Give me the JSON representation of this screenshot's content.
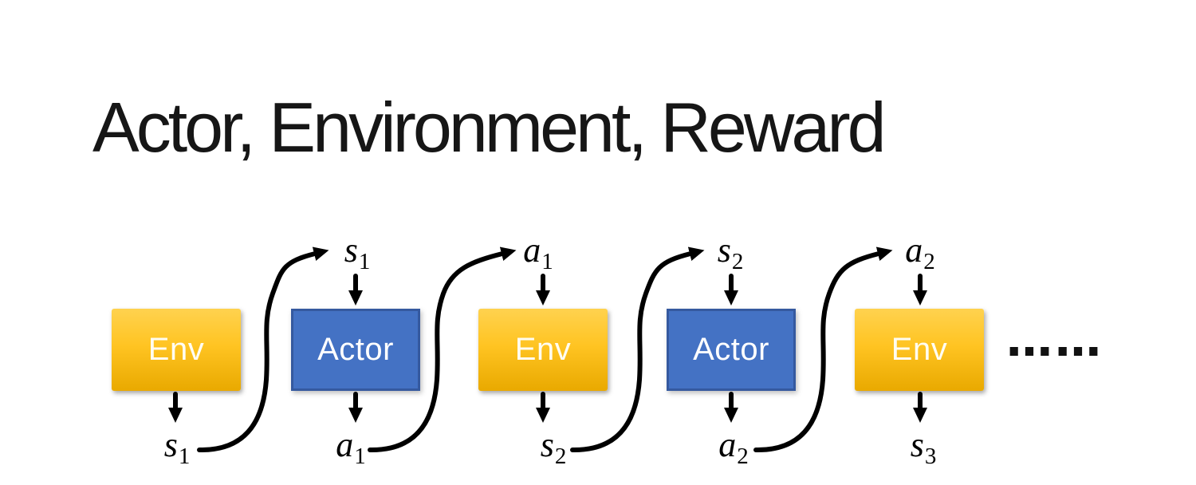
{
  "slide": {
    "title": "Actor, Environment, Reward",
    "ellipsis": "……"
  },
  "colors": {
    "background": "#FFFFFF",
    "title_text": "#161616",
    "env_gradient_top": "#FFD24F",
    "env_gradient_mid": "#FFC422",
    "env_gradient_bottom": "#E9A900",
    "env_text": "#FFFDF2",
    "actor_fill": "#4472C4",
    "actor_border": "#35599F",
    "actor_text": "#FFFFFF",
    "arrow": "#000000"
  },
  "boxes": [
    {
      "label": "Env",
      "kind": "env"
    },
    {
      "label": "Actor",
      "kind": "actor"
    },
    {
      "label": "Env",
      "kind": "env"
    },
    {
      "label": "Actor",
      "kind": "actor"
    },
    {
      "label": "Env",
      "kind": "env"
    }
  ],
  "top_labels": [
    {
      "base": "s",
      "sub": "1"
    },
    {
      "base": "a",
      "sub": "1"
    },
    {
      "base": "s",
      "sub": "2"
    },
    {
      "base": "a",
      "sub": "2"
    }
  ],
  "bottom_labels": [
    {
      "base": "s",
      "sub": "1"
    },
    {
      "base": "a",
      "sub": "1"
    },
    {
      "base": "s",
      "sub": "2"
    },
    {
      "base": "a",
      "sub": "2"
    },
    {
      "base": "s",
      "sub": "3"
    }
  ]
}
